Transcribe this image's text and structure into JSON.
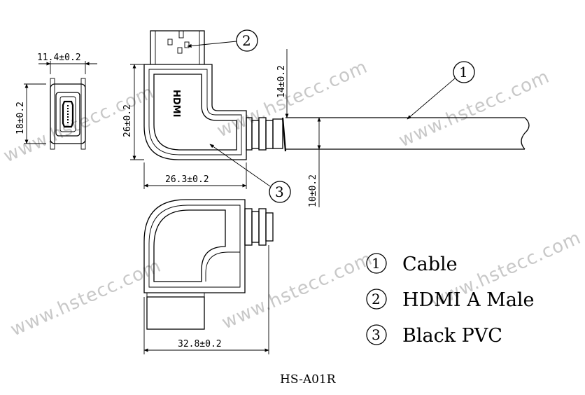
{
  "watermark": "www.hstecc.com",
  "logo_text": "HDMI",
  "dimensions": {
    "width_11_4": "11.4±0.2",
    "height_18": "18±0.2",
    "height_26": "26±0.2",
    "height_14": "14±0.2",
    "height_10": "10±0.2",
    "width_26_3": "26.3±0.2",
    "width_32_8": "32.8±0.2"
  },
  "callouts": [
    "1",
    "2",
    "3"
  ],
  "legend": [
    {
      "number": "1",
      "label": "Cable"
    },
    {
      "number": "2",
      "label": "HDMI A Male"
    },
    {
      "number": "3",
      "label": "Black PVC"
    }
  ],
  "model": "HS-A01R"
}
